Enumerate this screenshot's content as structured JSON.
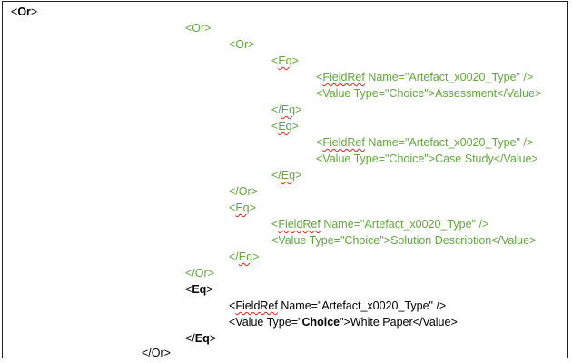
{
  "document": {
    "lines": [
      {
        "t1": "<",
        "t2": "Or",
        "t3": ">"
      },
      {
        "t1": "<Or>"
      },
      {
        "t1": "<Or>"
      },
      {
        "t1": "<",
        "t2": "Eq",
        "t3": ">"
      },
      {
        "t1": "<",
        "t2": "FieldRef",
        "t3": " Name=\"Artefact_x0020_Type\" />"
      },
      {
        "t1": "<Value Type=\"Choice\">Assessment</Value>"
      },
      {
        "t1": "</",
        "t2": "Eq",
        "t3": ">"
      },
      {
        "t1": "<",
        "t2": "Eq",
        "t3": ">"
      },
      {
        "t1": "<",
        "t2": "FieldRef",
        "t3": " Name=\"Artefact_x0020_Type\" />"
      },
      {
        "t1": "<Value Type=\"Choice\">Case Study</Value>"
      },
      {
        "t1": "</",
        "t2": "Eq",
        "t3": ">"
      },
      {
        "t1": "</Or>"
      },
      {
        "t1": "<",
        "t2": "Eq",
        "t3": ">"
      },
      {
        "t1": "<",
        "t2": "FieldRef",
        "t3": " Name=\"Artefact_x0020_Type\" />"
      },
      {
        "t1": "<Value Type=\"Choice\">Solution Description</Value>"
      },
      {
        "t1": "</",
        "t2": "Eq",
        "t3": ">"
      },
      {
        "t1": "</Or>"
      },
      {
        "t1": "<",
        "t2": "Eq",
        "t3": ">"
      },
      {
        "t1": "<",
        "t2": "FieldRef",
        "t3": " Name=\"Artefact_x0020_Type\" />"
      },
      {
        "t1": "<Value Type=\"",
        "t2": "Choice",
        "t3": "\">White Paper</Value>"
      },
      {
        "t1": "</",
        "t2": "Eq",
        "t3": ">"
      },
      {
        "t1": "</Or>"
      }
    ]
  },
  "colors": {
    "code_green": "#5fa83a",
    "code_black": "#000000",
    "spellcheck_red": "#e0201c"
  }
}
